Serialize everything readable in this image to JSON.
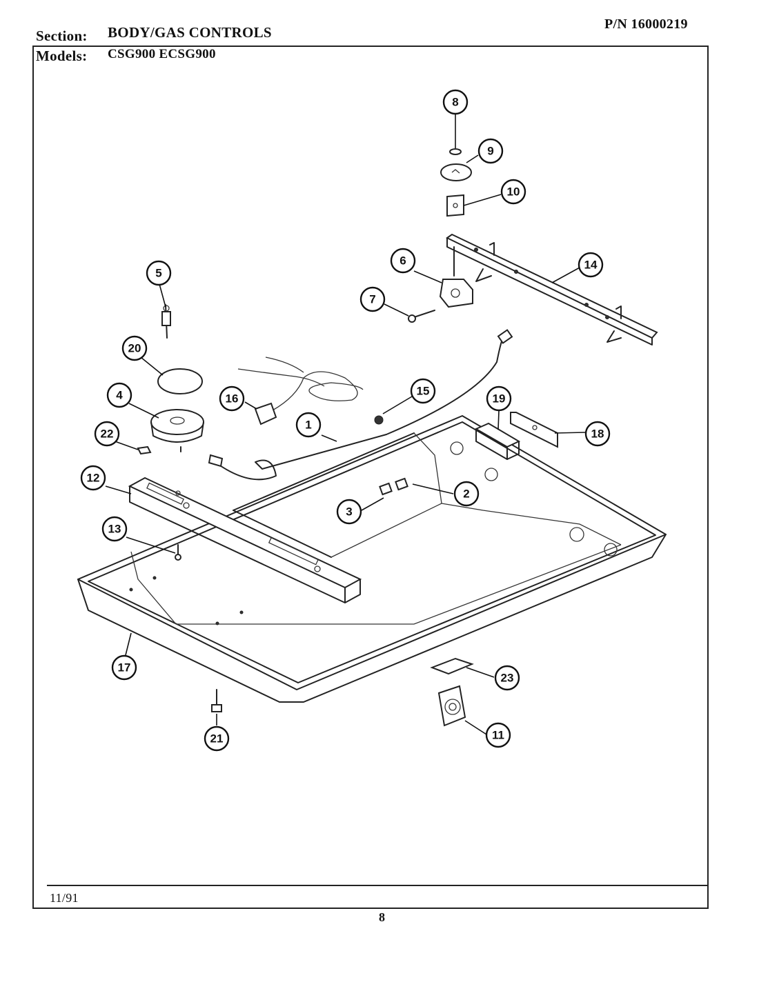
{
  "header": {
    "section_label": "Section:",
    "section_value": "BODY/GAS CONTROLS",
    "models_label": "Models:",
    "models_value": "CSG900 ECSG900",
    "part_number": "P/N 16000219"
  },
  "footer": {
    "date": "11/91",
    "page_number": "8"
  },
  "callouts": [
    "1",
    "2",
    "3",
    "4",
    "5",
    "6",
    "7",
    "8",
    "9",
    "10",
    "11",
    "12",
    "13",
    "14",
    "15",
    "16",
    "17",
    "18",
    "19",
    "20",
    "21",
    "22",
    "23"
  ]
}
